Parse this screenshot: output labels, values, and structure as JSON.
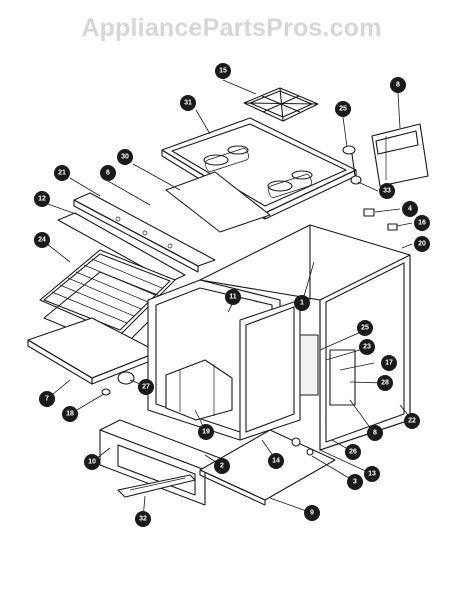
{
  "watermark": "AppliancePartsPros.com",
  "callouts": [
    {
      "id": "c15",
      "label": "15"
    },
    {
      "id": "c31",
      "label": "31"
    },
    {
      "id": "c25a",
      "label": "25"
    },
    {
      "id": "c8a",
      "label": "8"
    },
    {
      "id": "c30",
      "label": "30"
    },
    {
      "id": "c6",
      "label": "6"
    },
    {
      "id": "c21",
      "label": "21"
    },
    {
      "id": "c33",
      "label": "33"
    },
    {
      "id": "c12",
      "label": "12"
    },
    {
      "id": "c4",
      "label": "4"
    },
    {
      "id": "c16",
      "label": "16"
    },
    {
      "id": "c20",
      "label": "20"
    },
    {
      "id": "c24",
      "label": "24"
    },
    {
      "id": "c1",
      "label": "1"
    },
    {
      "id": "c11",
      "label": "11"
    },
    {
      "id": "c25b",
      "label": "25"
    },
    {
      "id": "c23",
      "label": "23"
    },
    {
      "id": "c17",
      "label": "17"
    },
    {
      "id": "c28",
      "label": "28"
    },
    {
      "id": "c7",
      "label": "7"
    },
    {
      "id": "c27",
      "label": "27"
    },
    {
      "id": "c18",
      "label": "18"
    },
    {
      "id": "c19",
      "label": "19"
    },
    {
      "id": "c8b",
      "label": "8"
    },
    {
      "id": "c22",
      "label": "22"
    },
    {
      "id": "c14",
      "label": "14"
    },
    {
      "id": "c26",
      "label": "26"
    },
    {
      "id": "c10",
      "label": "10"
    },
    {
      "id": "c2",
      "label": "2"
    },
    {
      "id": "c13",
      "label": "13"
    },
    {
      "id": "c3",
      "label": "3"
    },
    {
      "id": "c9",
      "label": "9"
    },
    {
      "id": "c32",
      "label": "32"
    }
  ]
}
